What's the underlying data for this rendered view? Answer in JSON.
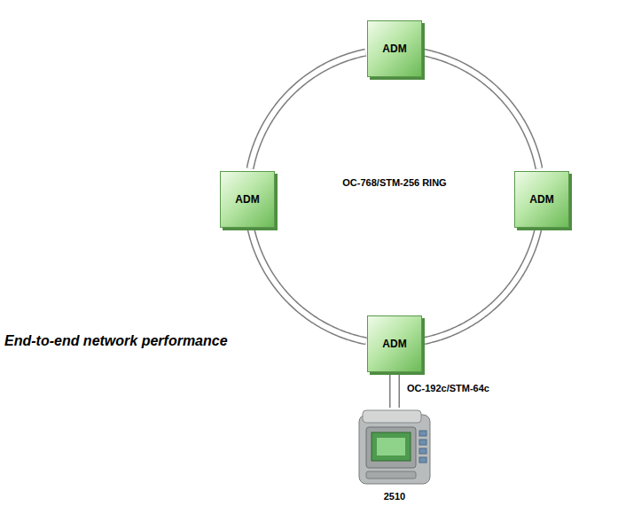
{
  "diagram": {
    "nodes": [
      {
        "text": [
          "ADM"
        ]
      },
      {
        "text": [
          "ADM"
        ]
      },
      {
        "text": [
          "ADM"
        ]
      },
      {
        "text": [
          "ADM"
        ]
      },
      {
        "text": [
          "2510"
        ]
      }
    ],
    "edges": [
      {
        "from": 0,
        "to": 2,
        "arrow": "none"
      },
      {
        "from": 2,
        "to": 3,
        "arrow": "none"
      },
      {
        "from": 3,
        "to": 1,
        "arrow": "none"
      },
      {
        "from": 1,
        "to": 0,
        "arrow": "none"
      },
      {
        "from": 3,
        "to": 4,
        "label": "OC-192c/STM-64c",
        "arrow": "none"
      }
    ],
    "labels": [
      "End-to-end network performance",
      "OC-768/STM-256 RING"
    ]
  }
}
